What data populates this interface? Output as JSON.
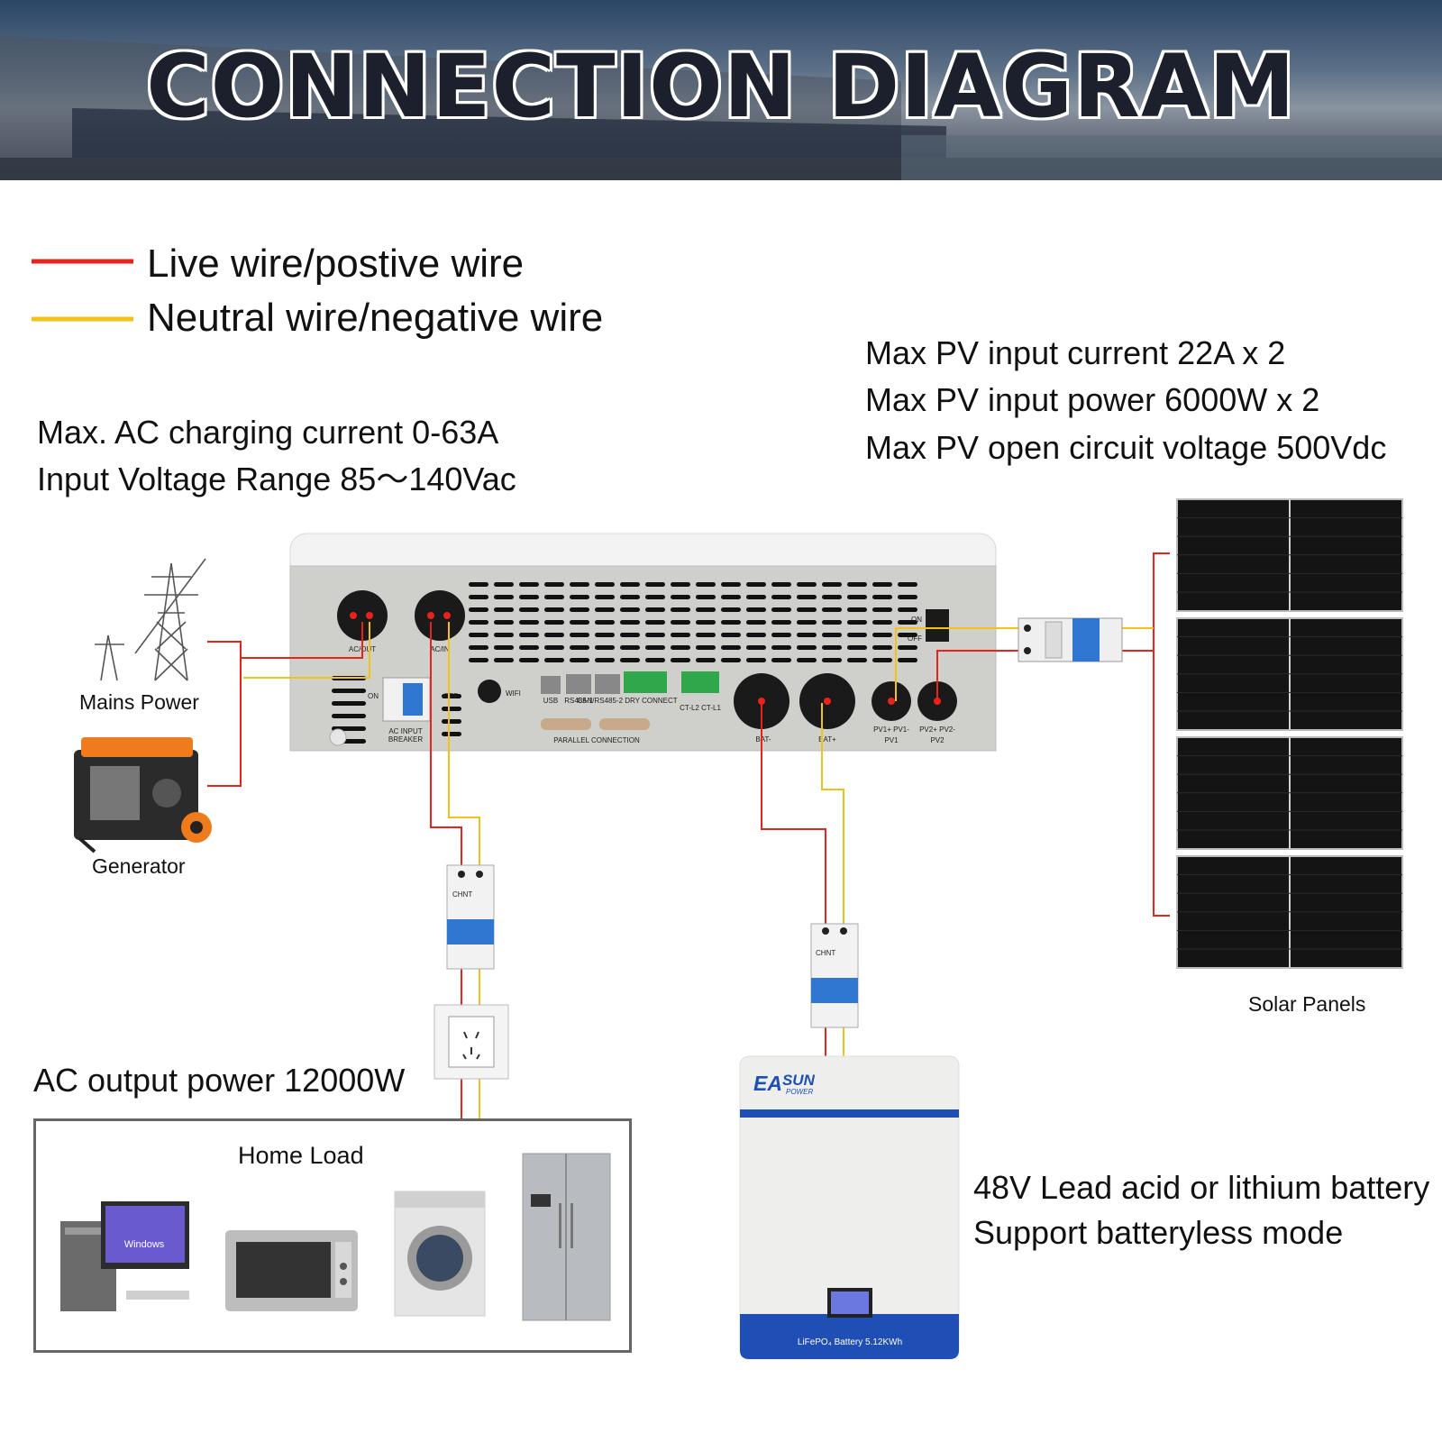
{
  "title": "CONNECTION DIAGRAM",
  "legend": {
    "live": {
      "label": "Live wire/postive wire",
      "color": "#e8231c"
    },
    "neutral": {
      "label": "Neutral wire/negative wire",
      "color": "#f2c21a"
    }
  },
  "ac_input_specs": [
    "Max. AC charging current 0-63A",
    "Input Voltage Range 85～140Vac"
  ],
  "pv_specs": [
    "Max PV input current 22A x 2",
    "Max PV input power 6000W x 2",
    "Max PV open circuit voltage 500Vdc"
  ],
  "ac_output": "AC output power 12000W",
  "battery_specs": [
    "48V Lead acid or lithium battery",
    "Support batteryless mode"
  ],
  "labels": {
    "mains_power": "Mains Power",
    "generator": "Generator",
    "solar_panels": "Solar Panels",
    "home_load": "Home Load"
  },
  "inverter_ports": {
    "ac_out": "AC/OUT",
    "ac_in": "AC/IN",
    "on": "ON",
    "off": "OFF",
    "ac_input_breaker": [
      "AC INPUT",
      "BREAKER"
    ],
    "wifi": "WIFI",
    "usb": "USB",
    "rs485_1": "RS485-1",
    "can_rs485_2": "CAN/RS485-2",
    "dry_connect": "DRY CONNECT",
    "ct": "CT-L2 CT-L1",
    "parallel": "PARALLEL CONNECTION",
    "bat_neg": "BAT-",
    "bat_pos": "BAT+",
    "pv1_terms": "PV1+ PV1-",
    "pv2_terms": "PV2+ PV2-",
    "pv1": "PV1",
    "pv2": "PV2"
  },
  "battery": {
    "brand_a": "EA",
    "brand_b": "SUN",
    "brand_sub": "POWER",
    "model": "LiFePO₄ Battery 5.12KWh"
  },
  "breaker_brand": "CHNT",
  "windows_logo": "Windows"
}
